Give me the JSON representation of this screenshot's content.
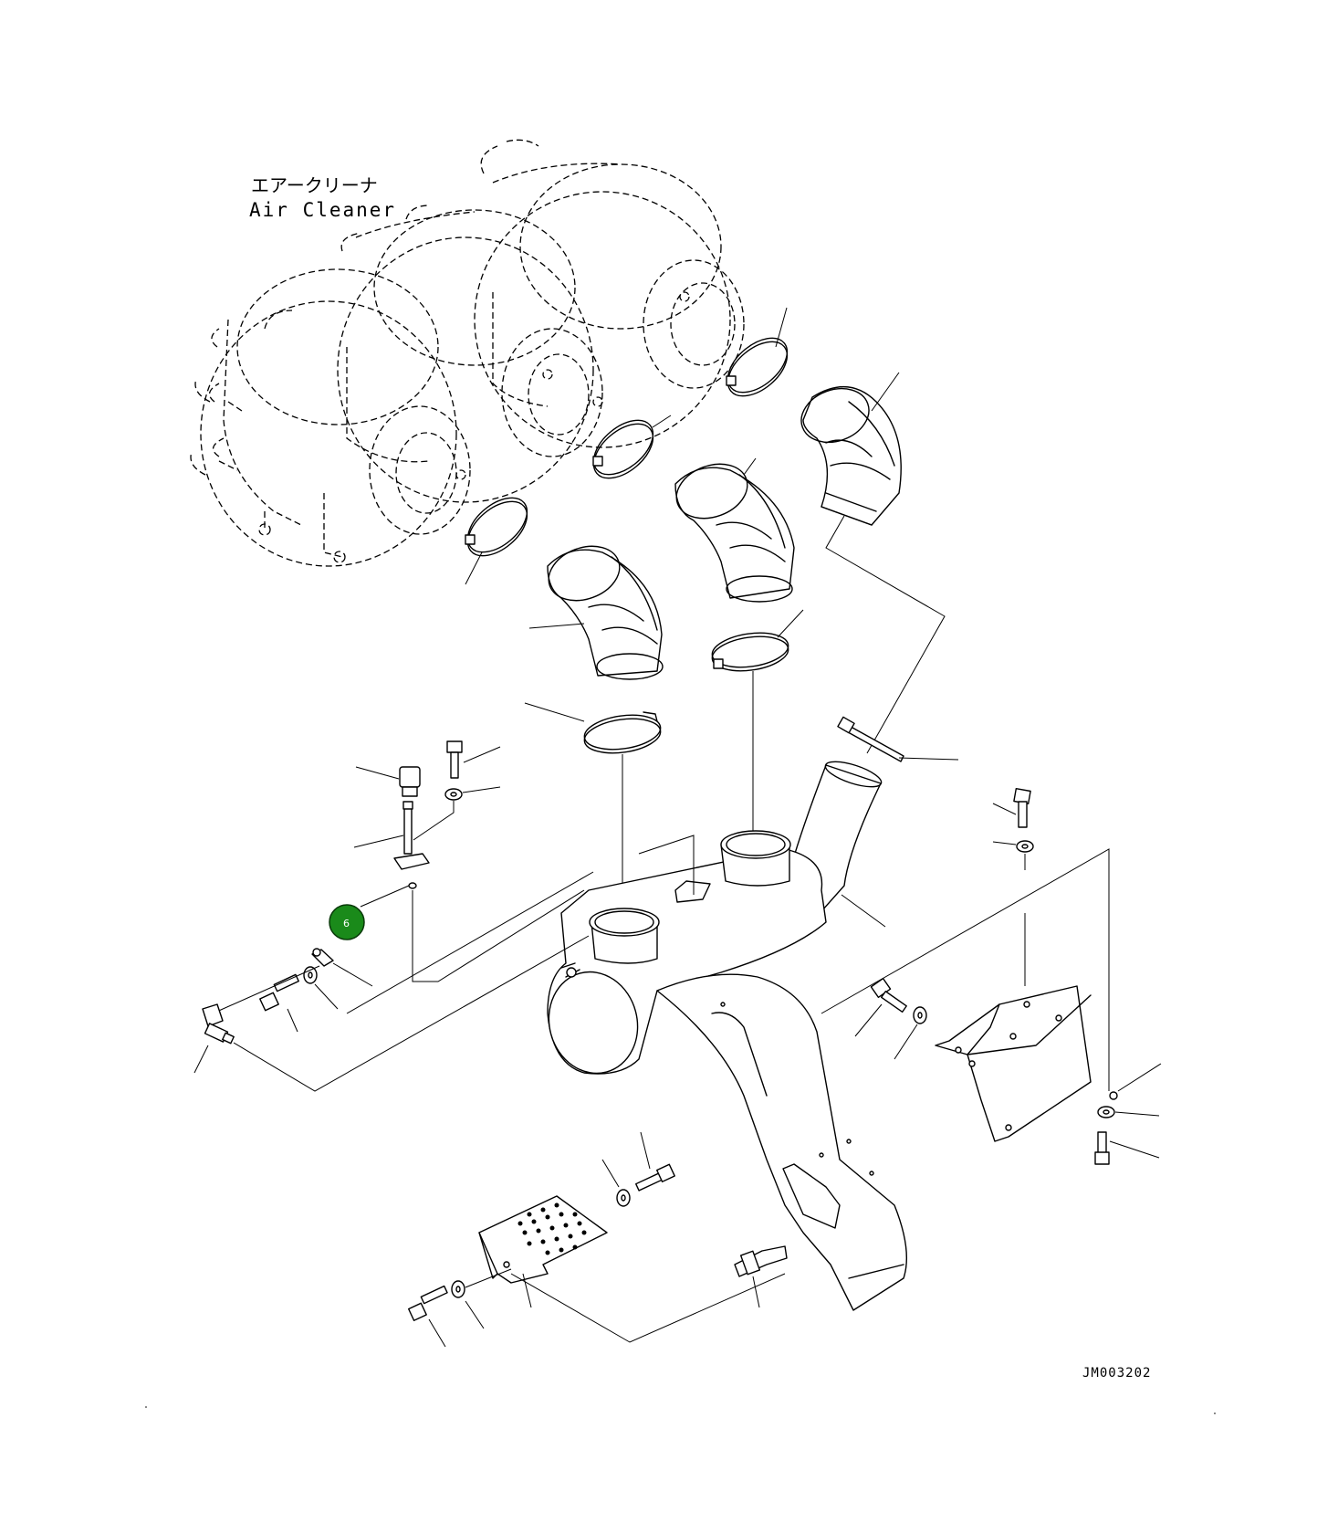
{
  "title_jp": "エアークリーナ",
  "title_en": "Air Cleaner",
  "drawing_no": "JM003202",
  "callout": {
    "number": "6",
    "color": "#1a8a1a",
    "border": "#0a3a0a"
  }
}
